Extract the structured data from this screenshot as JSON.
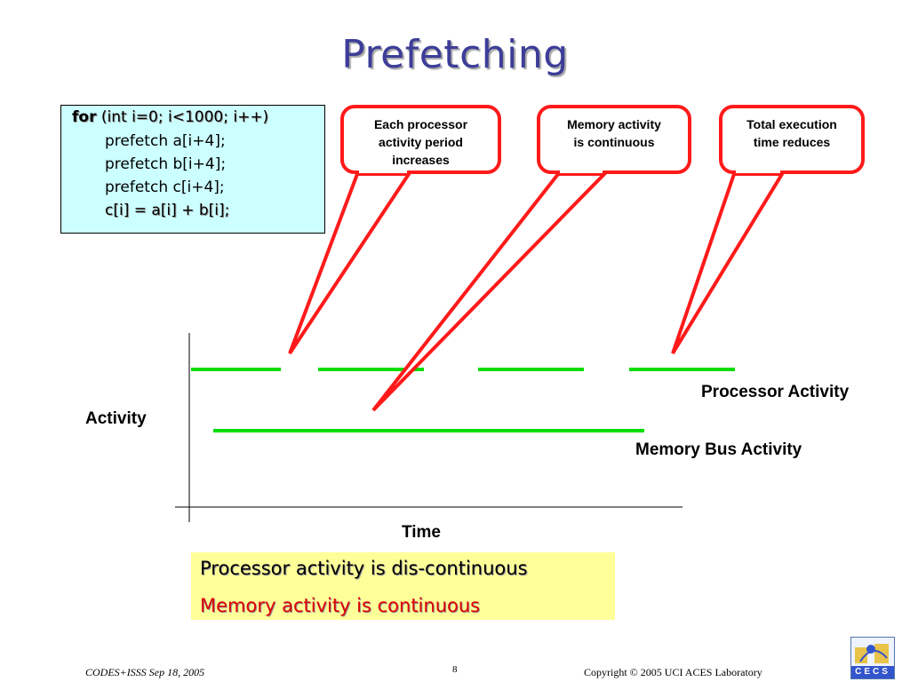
{
  "slide": {
    "title": "Prefetching",
    "code": {
      "line1_keyword": "for",
      "line1_rest": " (int i=0; i<1000; i++)",
      "line2": "prefetch a[i+4];",
      "line3": "prefetch b[i+4];",
      "line4": "prefetch c[i+4];",
      "line5": "c[i] = a[i] + b[i];"
    },
    "callouts": [
      {
        "lines": [
          "Each processor",
          "activity period",
          "increases"
        ]
      },
      {
        "lines": [
          "Memory activity",
          "is continuous"
        ]
      },
      {
        "lines": [
          "Total execution",
          "time reduces"
        ]
      }
    ],
    "diagram": {
      "y_label": "Activity",
      "x_label": "Time",
      "processor_label": "Processor Activity",
      "memory_label": "Memory Bus Activity",
      "line_color": "#00dd00",
      "callout_color": "#ff1a1a"
    },
    "summary": {
      "line1": "Processor activity is dis-continuous",
      "line2": "Memory activity is continuous",
      "line1_color": "#000000",
      "line2_color": "#dd0000"
    },
    "footer": {
      "left": "CODES+ISSS  Sep 18, 2005",
      "page": "8",
      "right": "Copyright © 2005  UCI ACES Laboratory",
      "logo_text": "CECS"
    }
  }
}
